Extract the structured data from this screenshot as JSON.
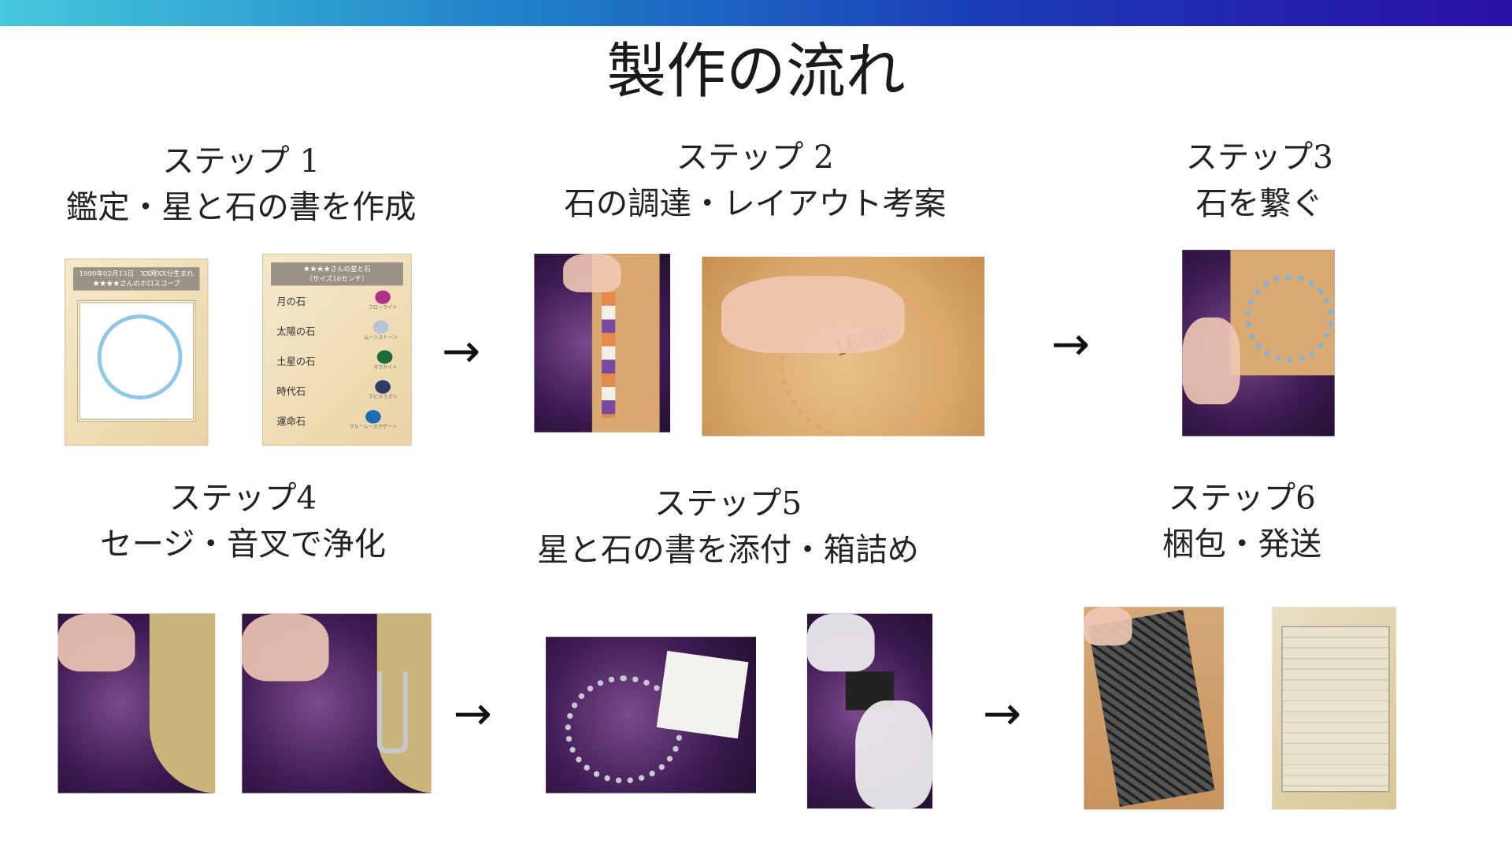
{
  "title": "製作の流れ",
  "steps": [
    {
      "label": "ステップ 1",
      "desc": "鑑定・星と石の書を作成"
    },
    {
      "label": "ステップ 2",
      "desc": "石の調達・レイアウト考案"
    },
    {
      "label": "ステップ3",
      "desc": "石を繋ぐ"
    },
    {
      "label": "ステップ4",
      "desc": "セージ・音叉で浄化"
    },
    {
      "label": "ステップ5",
      "desc": "星と石の書を添付・箱詰め"
    },
    {
      "label": "ステップ6",
      "desc": "梱包・発送"
    }
  ],
  "arrow": "→",
  "horoscope_doc": {
    "line1": "1990年02月13日　XX時XX分生まれ",
    "line2": "★★★★さんのホロスコープ"
  },
  "stones_doc": {
    "line1": "★★★★さんの星と石",
    "line2": "（サイズ16センチ）",
    "rows": [
      {
        "label": "月の石",
        "stone": "フローライト",
        "color": "#b0308a"
      },
      {
        "label": "太陽の石",
        "stone": "ムーンストーン",
        "color": "#b9c2d6"
      },
      {
        "label": "土星の石",
        "stone": "マラカイト",
        "color": "#1d6a3a"
      },
      {
        "label": "時代石",
        "stone": "ラピスラズリ",
        "color": "#2c3c6a"
      },
      {
        "label": "運命石",
        "stone": "ブルーレースアゲート",
        "color": "#1a6cb4"
      }
    ]
  },
  "board_label": "16cm"
}
